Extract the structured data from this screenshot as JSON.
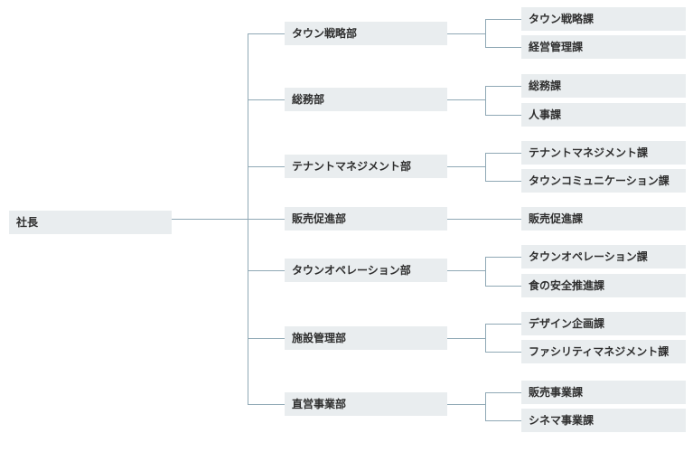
{
  "root": {
    "label": "社長"
  },
  "departments": [
    {
      "label": "タウン戦略部",
      "sections": [
        "タウン戦略課",
        "経営管理課"
      ]
    },
    {
      "label": "総務部",
      "sections": [
        "総務課",
        "人事課"
      ]
    },
    {
      "label": "テナントマネジメント部",
      "sections": [
        "テナントマネジメント課",
        "タウンコミュニケーション課"
      ]
    },
    {
      "label": "販売促進部",
      "sections": [
        "販売促進課"
      ]
    },
    {
      "label": "タウンオペレーション部",
      "sections": [
        "タウンオペレーション課",
        "食の安全推進課"
      ]
    },
    {
      "label": "施設管理部",
      "sections": [
        "デザイン企画課",
        "ファシリティマネジメント課"
      ]
    },
    {
      "label": "直営事業部",
      "sections": [
        "販売事業課",
        "シネマ事業課"
      ]
    }
  ]
}
